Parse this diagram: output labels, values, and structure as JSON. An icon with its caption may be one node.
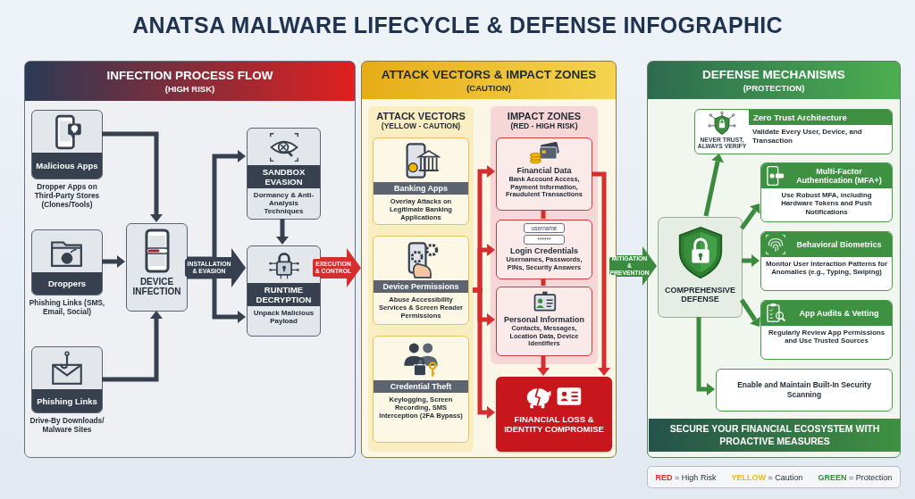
{
  "diagram": {
    "title": "ANATSA MALWARE LIFECYCLE & DEFENSE INFOGRAPHIC",
    "nodes": [
      {
        "text": [
          "INFECTION PROCESS FLOW",
          "(HIGH RISK)"
        ]
      },
      {
        "text": [
          "Malicious Apps"
        ],
        "in": 0,
        "beside": [
          "Dropper Apps on Third-Party Stores (Clones/Tools)"
        ]
      },
      {
        "text": [
          "Droppers"
        ],
        "in": 0,
        "beside": [
          "Phishing Links (SMS, Email, Social)"
        ]
      },
      {
        "text": [
          "Phishing Links"
        ],
        "in": 0,
        "beside": [
          "Drive-By Downloads/ Malware Sites"
        ]
      },
      {
        "text": [
          "DEVICE INFECTION"
        ],
        "in": 0
      },
      {
        "text": [
          "SANDBOX EVASION",
          "Dormancy & Anti-Analysis Techniques"
        ],
        "in": 0
      },
      {
        "text": [
          "RUNTIME DECRYPTION",
          "Unpack Malicious Payload"
        ],
        "in": 0
      },
      {
        "text": [
          "ATTACK VECTORS & IMPACT ZONES",
          "(CAUTION)"
        ]
      },
      {
        "text": [
          "ATTACK VECTORS",
          "(YELLOW - CAUTION)"
        ],
        "in": 7
      },
      {
        "text": [
          "Banking Apps",
          "Overlay Attacks on Legitimate Banking Applications"
        ],
        "in": 8
      },
      {
        "text": [
          "Device Permissions",
          "Abuse Accessibility Services & Screen Reader Permissions"
        ],
        "in": 8
      },
      {
        "text": [
          "Credential Theft",
          "Keylogging, Screen Recording, SMS Interception (2FA Bypass)"
        ],
        "in": 8
      },
      {
        "text": [
          "IMPACT ZONES",
          "(RED - HIGH RISK)"
        ],
        "in": 7
      },
      {
        "text": [
          "Financial Data",
          "Bank Account Access, Payment Information, Fraudulent Transactions"
        ],
        "in": 12
      },
      {
        "text": [
          "Login Credentials",
          "Usernames, Passwords, PINs, Security Answers"
        ],
        "in": 12
      },
      {
        "text": [
          "Personal Information",
          "Contacts, Messages, Location Data, Device Identifiers"
        ],
        "in": 12
      },
      {
        "text": [
          "FINANCIAL LOSS & IDENTITY COMPROMISE"
        ],
        "in": 7
      },
      {
        "text": [
          "DEFENSE MECHANISMS",
          "(PROTECTION)"
        ]
      },
      {
        "text": [
          "COMPREHENSIVE DEFENSE"
        ],
        "in": 17
      },
      {
        "text": [
          "Zero Trust Architecture",
          "Validate Every User, Device, and Transaction"
        ],
        "in": 17
      },
      {
        "text": [
          "Multi-Factor Authentication (MFA+)",
          "Use Robust MFA, including Hardware Tokens and Push Notifications"
        ],
        "in": 17
      },
      {
        "text": [
          "Behavioral Biometrics",
          "Monitor User Interaction Patterns for Anomalies (e.g., Typing, Swiping)"
        ],
        "in": 17
      },
      {
        "text": [
          "App Audits & Vetting",
          "Regularly Review App Permissions and Use Trusted Sources"
        ],
        "in": 17
      },
      {
        "text": [
          "Enable and Maintain Built-In Security Scanning"
        ],
        "in": 17
      },
      {
        "text": [
          "SECURE YOUR FINANCIAL ECOSYSTEM WITH PROACTIVE MEASURES"
        ],
        "in": 17
      }
    ],
    "edges": [
      {
        "from": 1,
        "to": 4,
        "arrow": "to",
        "color": "#36404f"
      },
      {
        "from": 2,
        "to": 4,
        "arrow": "to",
        "color": "#36404f"
      },
      {
        "from": 3,
        "to": 4,
        "arrow": "to",
        "color": "#36404f"
      },
      {
        "from": 4,
        "to": 5,
        "arrow": "to",
        "color": "#36404f"
      },
      {
        "from": 4,
        "to": 6,
        "arrow": "to",
        "label": "INSTALLATION & EVASION",
        "style": "thick",
        "color": "#36404f"
      },
      {
        "from": 4,
        "to": 6,
        "arrow": "to",
        "color": "#36404f"
      },
      {
        "from": 5,
        "to": 6,
        "arrow": "to",
        "color": "#36404f"
      },
      {
        "from": 6,
        "to": 7,
        "arrow": "to",
        "label": "EXECUTION & CONTROL",
        "style": "thick"
      },
      {
        "from": 8,
        "to": 13,
        "arrow": "to"
      },
      {
        "from": 8,
        "to": 14,
        "arrow": "to"
      },
      {
        "from": 8,
        "to": 15,
        "arrow": "to"
      },
      {
        "from": 8,
        "to": 16,
        "arrow": "to"
      },
      {
        "from": 13,
        "to": 14,
        "arrow": "none"
      },
      {
        "from": 14,
        "to": 15,
        "arrow": "none"
      },
      {
        "from": 15,
        "to": 16,
        "arrow": "to"
      },
      {
        "from": 13,
        "to": 16,
        "arrow": "to"
      },
      {
        "from": 7,
        "to": 18,
        "arrow": "to",
        "label": "MITIGATION & PREVENTION",
        "style": "thick",
        "color": "#3b8a3e"
      },
      {
        "from": 18,
        "to": 19,
        "arrow": "to",
        "color": "#3b8a3e"
      },
      {
        "from": 18,
        "to": 20,
        "arrow": "to",
        "color": "#3b8a3e"
      },
      {
        "from": 18,
        "to": 21,
        "arrow": "to",
        "color": "#3b8a3e"
      },
      {
        "from": 18,
        "to": 22,
        "arrow": "to",
        "color": "#3b8a3e"
      },
      {
        "from": 18,
        "to": 23,
        "arrow": "to",
        "color": "#3b8a3e"
      }
    ],
    "labels": [
      "username",
      "******",
      "NEVER TRUST, ALWAYS VERIFY"
    ],
    "legend": [
      {
        "text": "RED = High Risk",
        "color": "#d32f2f"
      },
      {
        "text": "YELLOW = Caution",
        "color": "#e8b820"
      },
      {
        "text": "GREEN = Protection",
        "color": "#3b8a3e"
      }
    ]
  }
}
